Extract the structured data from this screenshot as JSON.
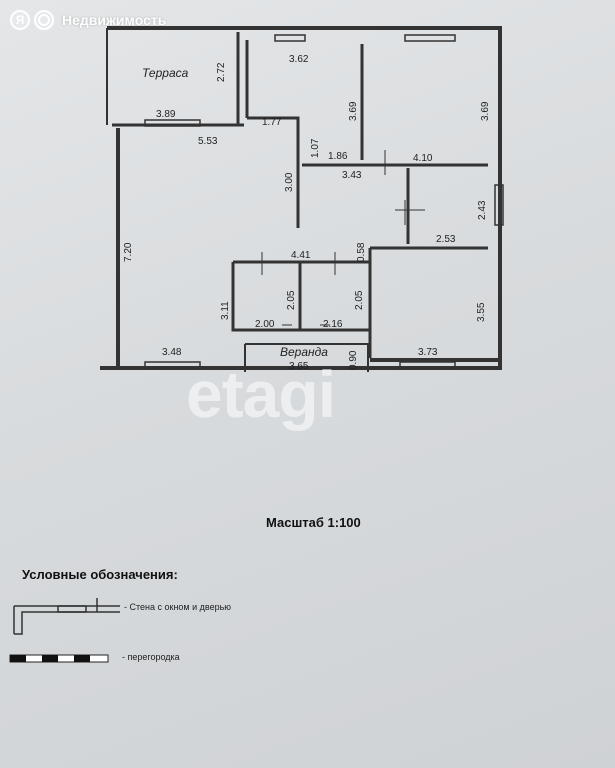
{
  "brand": {
    "logo_letter": "Я",
    "name": "Недвижимость"
  },
  "watermark": "etagi",
  "plan": {
    "room_labels": {
      "terrace": "Терраса",
      "veranda": "Веранда"
    },
    "dims": {
      "terrace_width": "3.89",
      "terrace_height": "2.72",
      "top_room_width": "3.62",
      "top_room_height": "3.69",
      "right_room_height": "3.69",
      "living_width": "5.53",
      "living_height": "7.20",
      "corridor_a": "1.77",
      "corridor_b": "1.07",
      "wall_len": "3.00",
      "hall_a": "1.86",
      "hall_b": "3.43",
      "right_width": "4.10",
      "bath_height": "2.43",
      "bath_width": "2.53",
      "partition": "0.58",
      "small_width": "4.41",
      "small_left_h": "3.11",
      "small_a_h": "2.05",
      "small_b_h": "2.05",
      "small_a_w": "2.00",
      "small_b_w": "2.16",
      "bottom_left_w": "3.48",
      "veranda_w": "3.65",
      "veranda_h": "0.90",
      "br_width": "3.73",
      "br_height": "3.55"
    }
  },
  "scale_label": "Масштаб 1:100",
  "legend": {
    "title": "Условные обозначения:",
    "wall_label": "- Стена с окном и дверью",
    "partition_label": "- перегородка"
  }
}
